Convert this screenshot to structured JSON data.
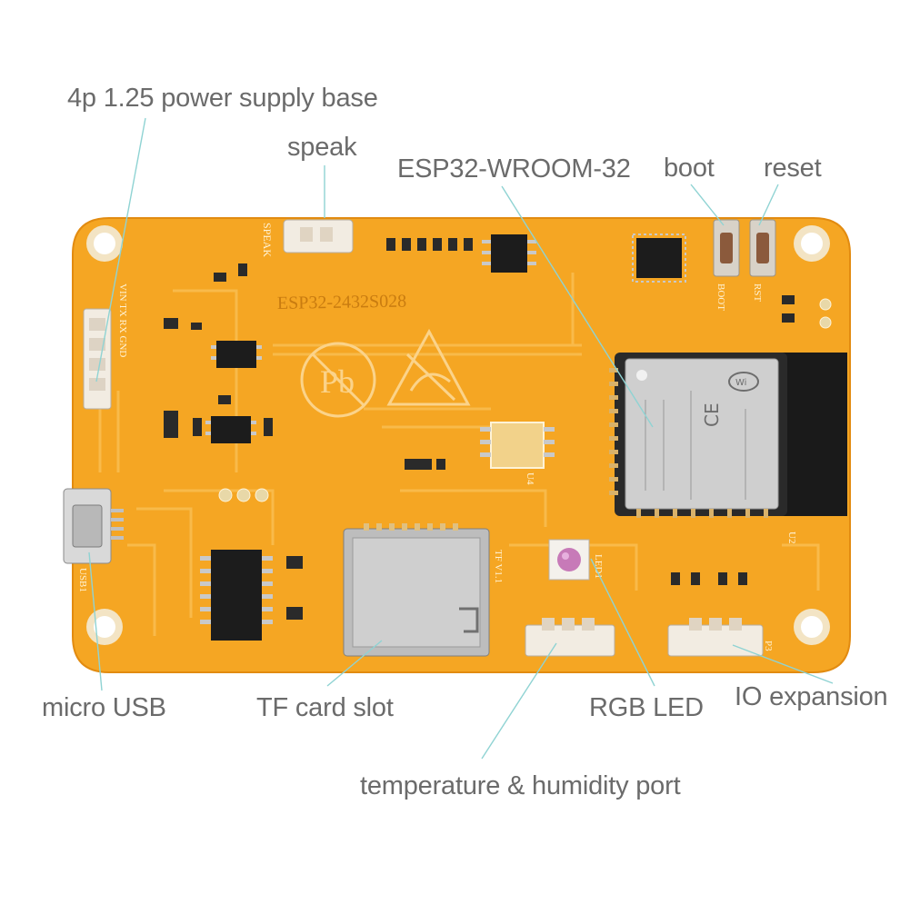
{
  "callouts": {
    "power_base": "4p 1.25 power supply base",
    "speak": "speak",
    "module": "ESP32-WROOM-32",
    "boot": "boot",
    "reset": "reset",
    "micro_usb": "micro USB",
    "tf_slot": "TF card slot",
    "rgb_led": "RGB LED",
    "io_expansion": "IO expansion",
    "temp_port": "temperature & humidity port"
  },
  "silkscreen": {
    "board_name": "ESP32-2432S028",
    "speak_label": "SPEAK",
    "p1_pins": "VIN TX RX GND",
    "pb_mark": "Pb",
    "usb_label": "USB1",
    "tf_version": "TF V1.1",
    "boot_label": "BOOT",
    "rst_label": "RST",
    "led_label": "LED1",
    "u2_label": "U2",
    "u4_label": "U4",
    "p3_label": "P3"
  },
  "colors": {
    "background": "#ffffff",
    "board": "#f5a623",
    "board_edge": "#e8941a",
    "trace": "#f9b840",
    "silkscreen": "#fff3d6",
    "shield": "#c9c9c9",
    "callout_text": "#6b6b6b",
    "leader_line": "#8fd3d3"
  },
  "icons": [
    "lead-free-icon",
    "esd-warning-icon",
    "wifi-icon",
    "ce-mark-icon"
  ]
}
